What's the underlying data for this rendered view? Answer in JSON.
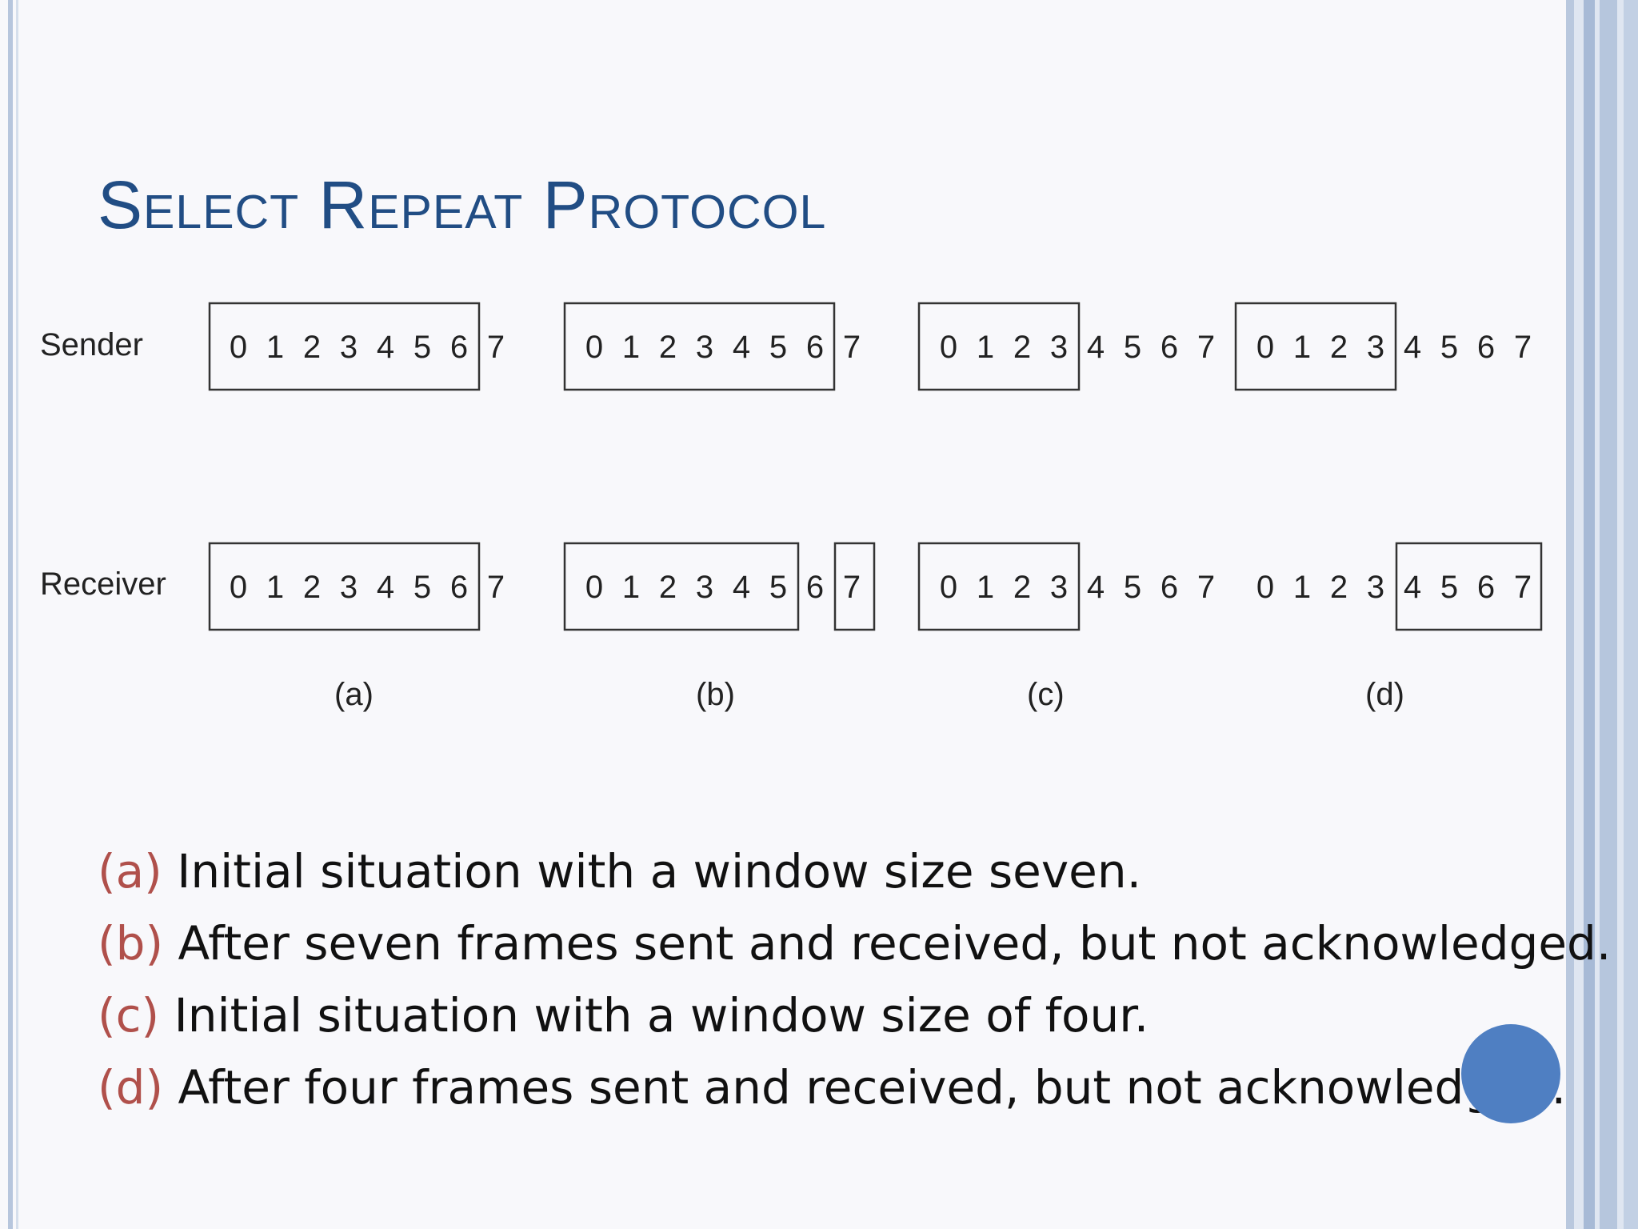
{
  "title": "Select Repeat Protocol",
  "row_labels": {
    "sender": "Sender",
    "receiver": "Receiver"
  },
  "panels": [
    {
      "caption": "(a)",
      "digits": [
        "0",
        "1",
        "2",
        "3",
        "4",
        "5",
        "6",
        "7"
      ]
    },
    {
      "caption": "(b)",
      "digits": [
        "0",
        "1",
        "2",
        "3",
        "4",
        "5",
        "6",
        "7"
      ]
    },
    {
      "caption": "(c)",
      "digits": [
        "0",
        "1",
        "2",
        "3",
        "4",
        "5",
        "6",
        "7"
      ]
    },
    {
      "caption": "(d)",
      "digits": [
        "0",
        "1",
        "2",
        "3",
        "4",
        "5",
        "6",
        "7"
      ]
    }
  ],
  "descriptions": [
    {
      "tag": "(a)",
      "text": "Initial situation with a window size seven."
    },
    {
      "tag": "(b)",
      "text": "After seven frames sent and received, but not acknowledged."
    },
    {
      "tag": "(c)",
      "text": "Initial situation with a window size of four."
    },
    {
      "tag": "(d)",
      "text": "After four frames sent and received, but not acknowledged."
    }
  ]
}
